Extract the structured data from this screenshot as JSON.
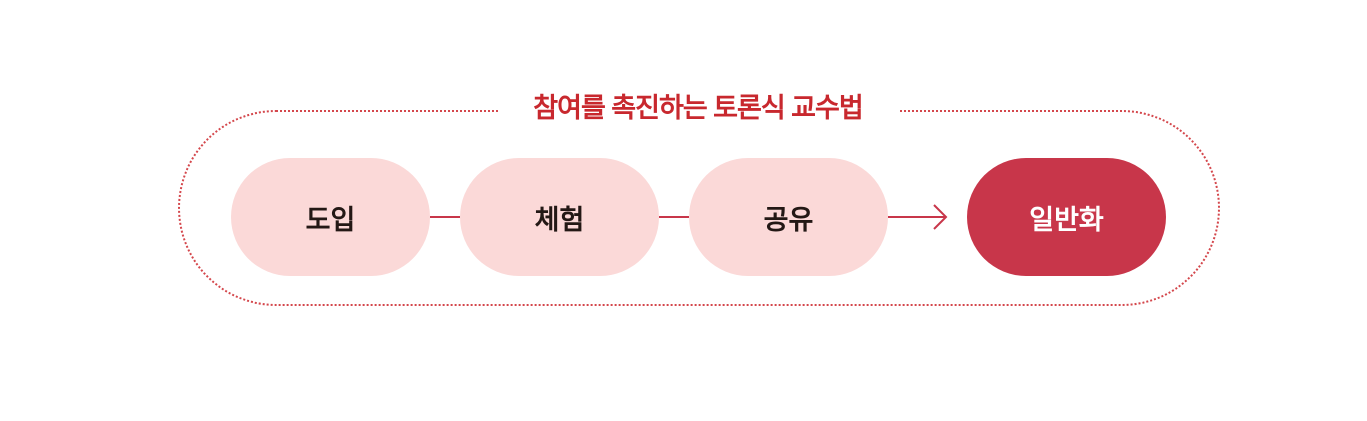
{
  "title": "참여를 촉진하는 토론식 교수법",
  "steps": [
    "도입",
    "체험",
    "공유",
    "일반화"
  ],
  "colors": {
    "accent": "#c8282e",
    "pill": "#fbd9d8",
    "final": "#c8364a"
  }
}
